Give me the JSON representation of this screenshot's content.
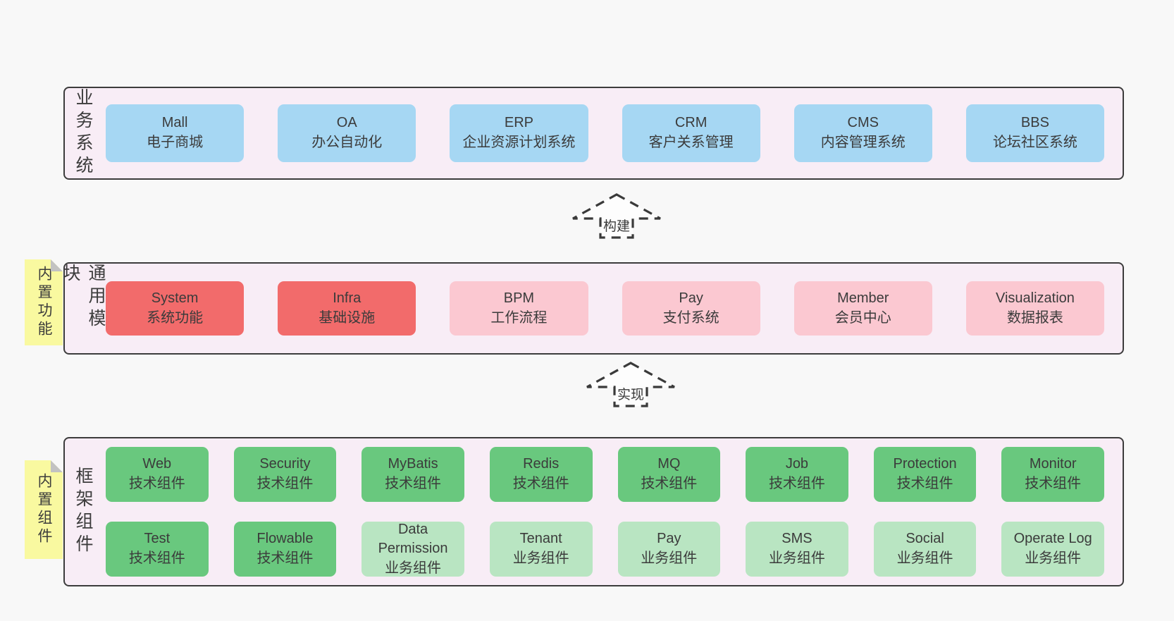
{
  "diagram": {
    "bands": [
      {
        "label": "业务系统",
        "sticky": null,
        "rows": [
          [
            {
              "name": "Mall",
              "desc": "电子商城",
              "variant": "blue"
            },
            {
              "name": "OA",
              "desc": "办公自动化",
              "variant": "blue"
            },
            {
              "name": "ERP",
              "desc": "企业资源计划系统",
              "variant": "blue"
            },
            {
              "name": "CRM",
              "desc": "客户关系管理",
              "variant": "blue"
            },
            {
              "name": "CMS",
              "desc": "内容管理系统",
              "variant": "blue"
            },
            {
              "name": "BBS",
              "desc": "论坛社区系统",
              "variant": "blue"
            }
          ]
        ]
      },
      {
        "label": "通用模块",
        "sticky": "内置功能",
        "rows": [
          [
            {
              "name": "System",
              "desc": "系统功能",
              "variant": "red"
            },
            {
              "name": "Infra",
              "desc": "基础设施",
              "variant": "red"
            },
            {
              "name": "BPM",
              "desc": "工作流程",
              "variant": "pink"
            },
            {
              "name": "Pay",
              "desc": "支付系统",
              "variant": "pink"
            },
            {
              "name": "Member",
              "desc": "会员中心",
              "variant": "pink"
            },
            {
              "name": "Visualization",
              "desc": "数据报表",
              "variant": "pink"
            }
          ]
        ]
      },
      {
        "label": "框架组件",
        "sticky": "内置组件",
        "rows": [
          [
            {
              "name": "Web",
              "desc": "技术组件",
              "variant": "green"
            },
            {
              "name": "Security",
              "desc": "技术组件",
              "variant": "green"
            },
            {
              "name": "MyBatis",
              "desc": "技术组件",
              "variant": "green"
            },
            {
              "name": "Redis",
              "desc": "技术组件",
              "variant": "green"
            },
            {
              "name": "MQ",
              "desc": "技术组件",
              "variant": "green"
            },
            {
              "name": "Job",
              "desc": "技术组件",
              "variant": "green"
            },
            {
              "name": "Protection",
              "desc": "技术组件",
              "variant": "green"
            },
            {
              "name": "Monitor",
              "desc": "技术组件",
              "variant": "green"
            }
          ],
          [
            {
              "name": "Test",
              "desc": "技术组件",
              "variant": "green"
            },
            {
              "name": "Flowable",
              "desc": "技术组件",
              "variant": "green"
            },
            {
              "name": "Data Permission",
              "desc": "业务组件",
              "variant": "green-light"
            },
            {
              "name": "Tenant",
              "desc": "业务组件",
              "variant": "green-light"
            },
            {
              "name": "Pay",
              "desc": "业务组件",
              "variant": "green-light"
            },
            {
              "name": "SMS",
              "desc": "业务组件",
              "variant": "green-light"
            },
            {
              "name": "Social",
              "desc": "业务组件",
              "variant": "green-light"
            },
            {
              "name": "Operate Log",
              "desc": "业务组件",
              "variant": "green-light"
            }
          ]
        ]
      }
    ],
    "arrows": [
      {
        "label": "构建"
      },
      {
        "label": "实现"
      }
    ],
    "colors": {
      "page_bg": "#f8f8f8",
      "band_bg": "#f8edf6",
      "band_border": "#3c3c3c",
      "blue": "#a6d7f3",
      "red": "#f26b6b",
      "pink": "#fbc8d1",
      "green": "#69c87e",
      "green_light": "#b9e5c2",
      "sticky_yellow": "#f9f9a0",
      "sticky_fold": "#c2c2c2",
      "text": "#3b3b3b"
    }
  }
}
